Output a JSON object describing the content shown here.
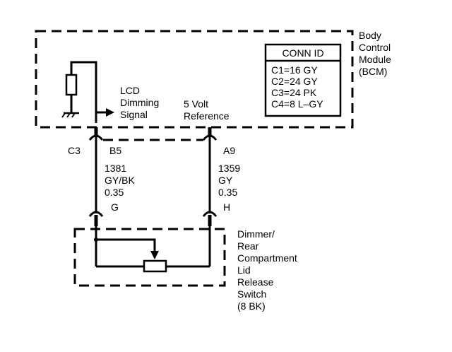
{
  "bcm": {
    "name_lines": [
      "Body",
      "Control",
      "Module",
      "(BCM)"
    ],
    "conn_id": {
      "title": "CONN ID",
      "rows": [
        "C1=16 GY",
        "C2=24 GY",
        "C3=24 PK",
        "C4=8 L–GY"
      ]
    },
    "lcd_signal_lines": [
      "LCD",
      "Dimming",
      "Signal"
    ],
    "ref_lines": [
      "5 Volt",
      "Reference"
    ]
  },
  "connector": {
    "name": "C3",
    "pin_left": "B5",
    "pin_right": "A9"
  },
  "wires": {
    "left": {
      "circuit": "1381",
      "color": "GY/BK",
      "gauge": "0.35"
    },
    "right": {
      "circuit": "1359",
      "color": "GY",
      "gauge": "0.35"
    }
  },
  "switch": {
    "pin_left": "G",
    "pin_right": "H",
    "name_lines": [
      "Dimmer/",
      "Rear",
      "Compartment",
      "Lid",
      "Release",
      "Switch",
      "(8 BK)"
    ]
  }
}
